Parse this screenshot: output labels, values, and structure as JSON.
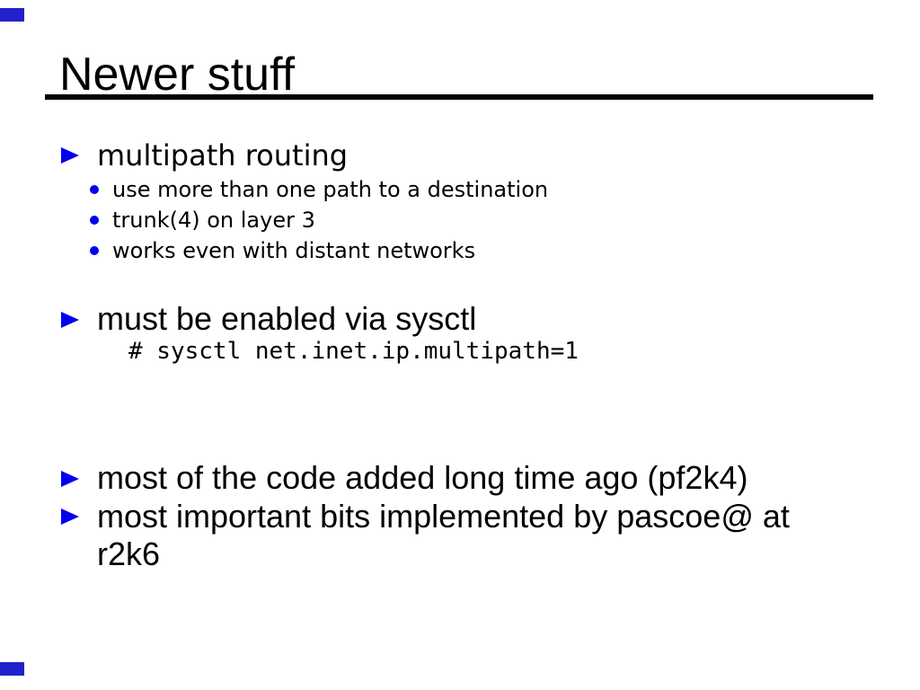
{
  "slide": {
    "title": "Newer stuff",
    "bullets": [
      {
        "label": "multipath routing",
        "subs": [
          "use more than one path to a destination",
          "trunk(4) on layer 3",
          "works even with distant networks"
        ]
      },
      {
        "label": "must be enabled via sysctl",
        "code": "# sysctl net.inet.ip.multipath=1"
      },
      {
        "label": "most of the code added long time ago (pf2k4)"
      },
      {
        "label": "most important bits implemented by pascoe@ at r2k6"
      }
    ],
    "colors": {
      "bullet_blue": "#0000ee",
      "corner_blue": "#2121cc",
      "text": "#000000",
      "rule": "#000000",
      "background": "#ffffff"
    }
  }
}
